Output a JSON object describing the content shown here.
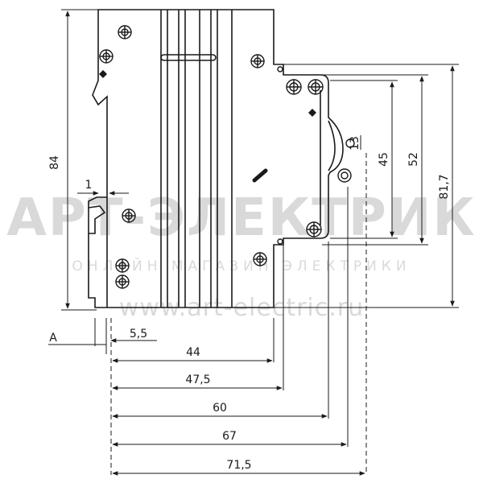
{
  "watermark": {
    "brand": "АРТ-ЭЛЕКТРИК",
    "tagline": "ОНЛАЙН МАГАЗИН ЭЛЕКТРИКИ",
    "url": "www.art-electric.ru"
  },
  "dimensions": {
    "overall_height": "84",
    "rail_height": "81,7",
    "terminal_span": "52",
    "cover_span": "45",
    "rail_step": "1",
    "terminal_radius": "13",
    "reference_label": "A",
    "depth_1": "5,5",
    "depth_2": "44",
    "depth_3": "47,5",
    "depth_4": "60",
    "depth_5": "67",
    "depth_6": "71,5"
  }
}
